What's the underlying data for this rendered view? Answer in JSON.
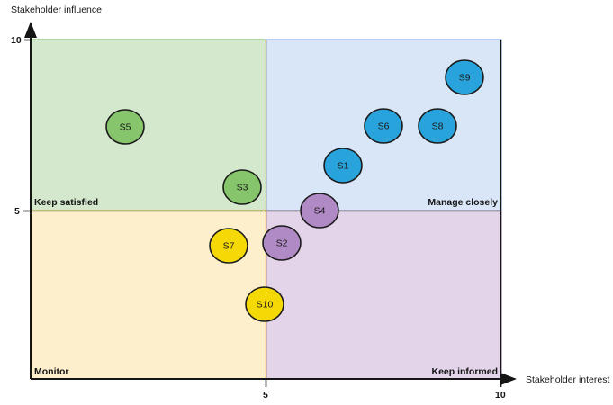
{
  "chart_data": {
    "type": "scatter",
    "title": "",
    "xlabel": "Stakeholder interest",
    "ylabel": "Stakeholder influence",
    "xlim": [
      0,
      10
    ],
    "ylim": [
      0,
      10
    ],
    "xticks": [
      "5",
      "10"
    ],
    "xtick_values": [
      5,
      10
    ],
    "yticks": [
      "5",
      "10"
    ],
    "ytick_values": [
      5,
      10
    ],
    "grid": false,
    "legend": "none",
    "quadrant_threshold": {
      "x": 5,
      "y": 5
    },
    "quadrants": [
      {
        "key": "keep-satisfied",
        "label": "Keep  satisfied",
        "fill": "#d3e8cc",
        "border": "#6aa84f",
        "x_range": [
          0,
          5
        ],
        "y_range": [
          5,
          10
        ],
        "label_position": "top-left"
      },
      {
        "key": "manage-closely",
        "label": "Manage closely",
        "fill": "#d9e6f8",
        "border": "#6d9eeb",
        "x_range": [
          5,
          10
        ],
        "y_range": [
          5,
          10
        ],
        "label_position": "bottom-right"
      },
      {
        "key": "monitor",
        "label": "Monitor",
        "fill": "#fdefcc",
        "border": "#e8b51c",
        "x_range": [
          0,
          5
        ],
        "y_range": [
          0,
          5
        ],
        "label_position": "bottom-left"
      },
      {
        "key": "keep-informed",
        "label": "Keep informed",
        "fill": "#e3d4ea",
        "border": "#9a72b3",
        "x_range": [
          5,
          10
        ],
        "y_range": [
          0,
          5
        ],
        "label_position": "bottom-right"
      }
    ],
    "points": [
      {
        "name": "S1",
        "x": 6.6,
        "y": 5.9,
        "color": "#29a3dc",
        "quadrant": "manage-closely"
      },
      {
        "name": "S2",
        "x": 5.3,
        "y": 3.9,
        "color": "#b08ac4",
        "quadrant": "keep-informed"
      },
      {
        "name": "S3",
        "x": 4.5,
        "y": 5.7,
        "color": "#86c56c",
        "quadrant": "keep-satisfied"
      },
      {
        "name": "S4",
        "x": 6.1,
        "y": 5.0,
        "color": "#b08ac4",
        "quadrant": "keep-informed"
      },
      {
        "name": "S5",
        "x": 2.0,
        "y": 7.5,
        "color": "#86c56c",
        "quadrant": "keep-satisfied"
      },
      {
        "name": "S6",
        "x": 7.4,
        "y": 7.5,
        "color": "#29a3dc",
        "quadrant": "manage-closely"
      },
      {
        "name": "S7",
        "x": 4.2,
        "y": 4.0,
        "color": "#f5d907",
        "quadrant": "monitor"
      },
      {
        "name": "S8",
        "x": 8.6,
        "y": 7.5,
        "color": "#29a3dc",
        "quadrant": "manage-closely"
      },
      {
        "name": "S9",
        "x": 9.2,
        "y": 8.8,
        "color": "#29a3dc",
        "quadrant": "manage-closely"
      },
      {
        "name": "S10",
        "x": 4.9,
        "y": 2.2,
        "color": "#f5d907",
        "quadrant": "monitor"
      }
    ]
  },
  "axes": {
    "y_axis_title": "Stakeholder influence",
    "x_axis_title": "Stakeholder interest",
    "y_tick_10": "10",
    "y_tick_5": "5",
    "x_tick_5": "5",
    "x_tick_10": "10",
    "axis_color": "#151515"
  },
  "labels": {
    "keep_satisfied": "Keep  satisfied",
    "manage_closely": "Manage closely",
    "monitor": "Monitor",
    "keep_informed": "Keep informed"
  },
  "bubbles": {
    "s1": "S1",
    "s2": "S2",
    "s3": "S3",
    "s4": "S4",
    "s5": "S5",
    "s6": "S6",
    "s7": "S7",
    "s8": "S8",
    "s9": "S9",
    "s10": "S10"
  },
  "colors": {
    "quad_keep_satisfied": "#d3e8cc",
    "quad_manage_closely": "#d9e6f8",
    "quad_monitor": "#fdefcc",
    "quad_keep_informed": "#e3d4ea",
    "bubble_green": "#86c56c",
    "bubble_blue": "#29a3dc",
    "bubble_yellow": "#f5d907",
    "bubble_purple": "#b08ac4",
    "axis": "#151515"
  }
}
